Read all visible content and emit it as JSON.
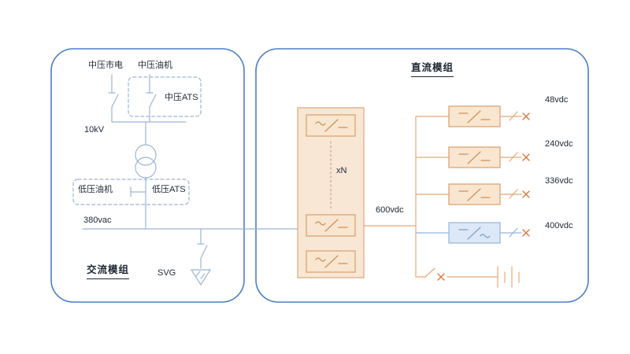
{
  "diagram": {
    "ac_panel": {
      "title": "交流模组",
      "mv_utility_label": "中压市电",
      "mv_genset_label": "中压油机",
      "mv_ats_label": "中压ATS",
      "hv_bus_label": "10kV",
      "lv_genset_label": "低压油机",
      "lv_ats_label": "低压ATS",
      "lv_bus_label": "380vac",
      "svg_label": "SVG"
    },
    "dc_panel": {
      "title": "直流模组",
      "module_count_label": "xN",
      "dc_bus_label": "600vdc",
      "outputs": [
        {
          "label": "48vdc",
          "type": "dc-dc"
        },
        {
          "label": "240vdc",
          "type": "dc-dc"
        },
        {
          "label": "336vdc",
          "type": "dc-dc"
        },
        {
          "label": "400vdc",
          "type": "dc-ac"
        }
      ]
    },
    "colors": {
      "panel_border": "#4a7dc8",
      "ac_line": "#9db4d6",
      "dc_line": "#e8a878",
      "module_fill": "#f8e6d0",
      "module_border": "#d99e6b",
      "cabinet_fill": "#f8e7d5",
      "inverter_fill": "#dce8f7",
      "inverter_border": "#97b4dc",
      "switch_x": "#e0763c",
      "text": "#1c2733"
    }
  }
}
